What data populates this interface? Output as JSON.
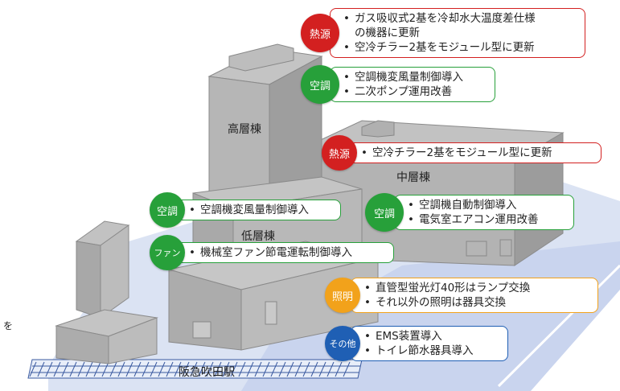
{
  "colors": {
    "heat": "#d32020",
    "ac": "#27a03a",
    "fan": "#27a03a",
    "light": "#f2a21b",
    "other": "#1f5fb4",
    "building": "#a7a7a7",
    "ground": "#cfd9ef"
  },
  "buildings": {
    "high": "高層棟",
    "mid": "中層棟",
    "low": "低層棟",
    "station": "阪急吹田駅",
    "edge": "を"
  },
  "callouts": {
    "heat1": {
      "badge": "熱源",
      "items": [
        "ガス吸収式2基を冷却水大温度差仕様",
        "の機器に更新",
        "空冷チラー2基をモジュール型に更新"
      ]
    },
    "ac1": {
      "badge": "空調",
      "items": [
        "空調機変風量制御導入",
        "二次ポンプ運用改善"
      ]
    },
    "heat2": {
      "badge": "熱源",
      "items": [
        "空冷チラー2基をモジュール型に更新"
      ]
    },
    "ac2": {
      "badge": "空調",
      "items": [
        "空調機変風量制御導入"
      ]
    },
    "ac3": {
      "badge": "空調",
      "items": [
        "空調機自動制御導入",
        "電気室エアコン運用改善"
      ]
    },
    "fan": {
      "badge": "ファン",
      "items": [
        "機械室ファン節電運転制御導入"
      ]
    },
    "light": {
      "badge": "照明",
      "items": [
        "直管型蛍光灯40形はランプ交換",
        "それ以外の照明は器具交換"
      ]
    },
    "other": {
      "badge": "その他",
      "items": [
        "EMS装置導入",
        "トイレ節水器具導入"
      ]
    }
  }
}
